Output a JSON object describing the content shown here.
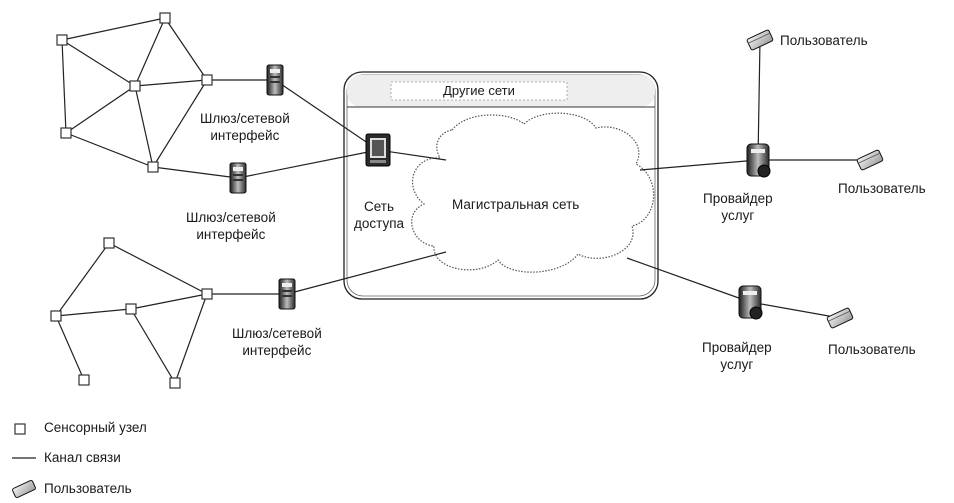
{
  "diagram": {
    "other_networks": "Другие сети",
    "backbone": "Магистральная сеть",
    "access_network": [
      "Сеть",
      "доступа"
    ],
    "gateway_1": [
      "Шлюз/сетевой",
      "интерфейс"
    ],
    "gateway_2": [
      "Шлюз/сетевой",
      "интерфейс"
    ],
    "gateway_3": [
      "Шлюз/сетевой",
      "интерфейс"
    ],
    "provider_1": [
      "Провайдер",
      "услуг"
    ],
    "provider_2": [
      "Провайдер",
      "услуг"
    ],
    "user_1": "Пользователь",
    "user_2": "Пользователь",
    "user_3": "Пользователь"
  },
  "legend": {
    "sensor_node": "Сенсорный узел",
    "link": "Канал связи",
    "user": "Пользователь"
  }
}
